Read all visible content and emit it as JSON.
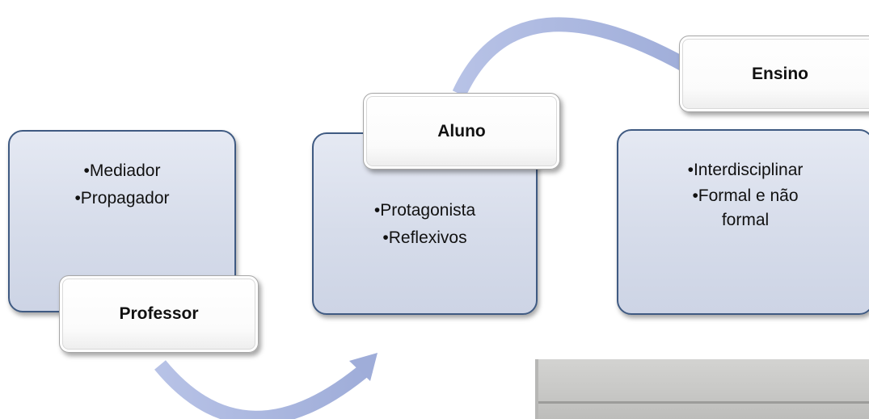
{
  "steps": [
    {
      "label": "Professor",
      "bullets": [
        "•Mediador",
        "•Propagador"
      ]
    },
    {
      "label": "Aluno",
      "bullets": [
        "•Protagonista",
        "•Reflexivos"
      ]
    },
    {
      "label": "Ensino",
      "bullets": [
        "•Interdisciplinar",
        "•Formal e não formal"
      ]
    }
  ],
  "colors": {
    "card_border": "#3f5a82",
    "card_fill": "#d6dcea",
    "arrow": "#aab6dd",
    "label_fill": "#ffffff"
  }
}
